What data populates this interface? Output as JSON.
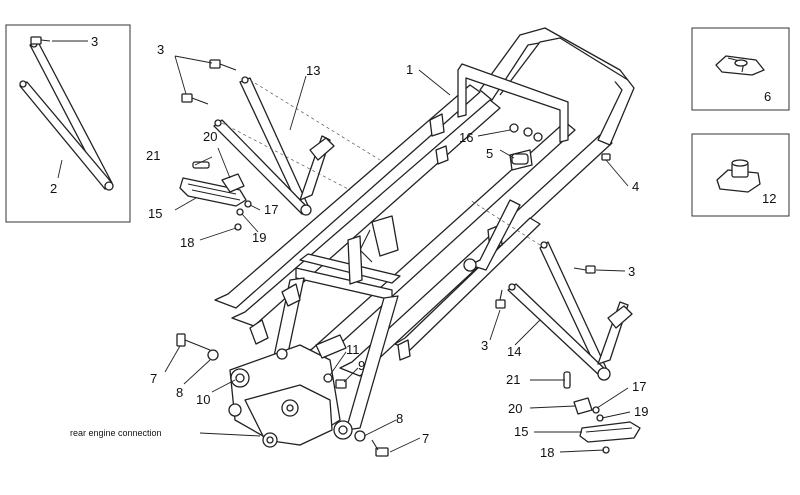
{
  "callouts": {
    "c1": "1",
    "c2": "2",
    "c3_inset": "3",
    "c3_a": "3",
    "c3_b": "3",
    "c3_c": "3",
    "c4": "4",
    "c5": "5",
    "c6": "6",
    "c7_a": "7",
    "c7_b": "7",
    "c8_a": "8",
    "c8_b": "8",
    "c9": "9",
    "c10": "10",
    "c11": "11",
    "c12": "12",
    "c13": "13",
    "c14": "14",
    "c15_a": "15",
    "c15_b": "15",
    "c16": "16",
    "c17_a": "17",
    "c17_b": "17",
    "c18_a": "18",
    "c18_b": "18",
    "c19_a": "19",
    "c19_b": "19",
    "c20_a": "20",
    "c20_b": "20",
    "c21_a": "21",
    "c21_b": "21"
  },
  "labels": {
    "rear_engine_connection": "rear engine connection"
  }
}
